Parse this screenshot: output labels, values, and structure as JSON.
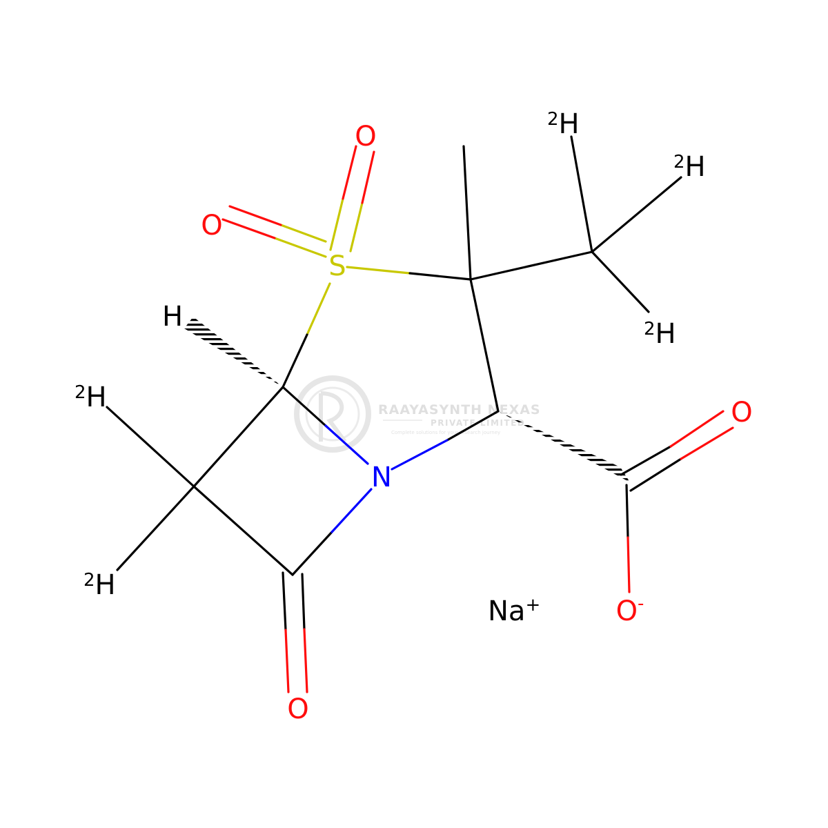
{
  "colors": {
    "bond": "#000000",
    "oxygen": "#ff0d0d",
    "nitrogen": "#0000ff",
    "sulfur": "#c8c800",
    "watermark": "#d3d3d3"
  },
  "atoms": {
    "o_sulfone_top": "O",
    "o_sulfone_left": "O",
    "s": "S",
    "n": "N",
    "o_lactam": "O",
    "o_carbonyl": "O",
    "o_carboxylate": "O",
    "o_carboxylate_charge": "-",
    "na": "Na",
    "na_charge": "+",
    "h_stereo": "H",
    "d_methyl_top": "H",
    "d_methyl_top_isotope": "2",
    "d_methyl_right": "H",
    "d_methyl_right_isotope": "2",
    "d_methyl_bottom": "H",
    "d_methyl_bottom_isotope": "2",
    "d_ring_upper": "H",
    "d_ring_upper_isotope": "2",
    "d_ring_lower": "H",
    "d_ring_lower_isotope": "2"
  },
  "watermark": {
    "company": "RAAYASYNTH NEXAS",
    "subtitle": "PRIVATE LIMITED",
    "tagline": "Complete solutions for your research journey"
  }
}
